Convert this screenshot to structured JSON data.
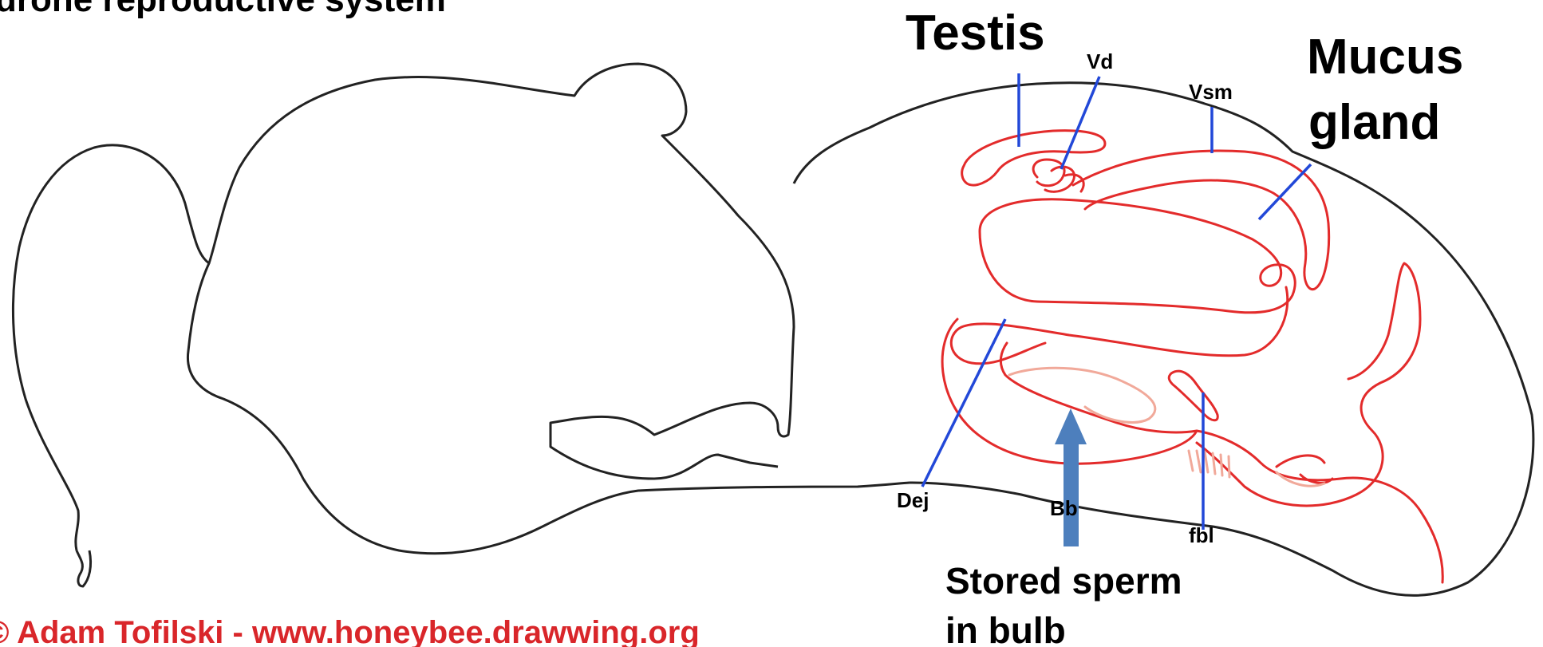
{
  "title_fragment": "drone reproductive system",
  "labels": {
    "testis": "Testis",
    "mucus_line1": "Mucus",
    "mucus_line2": "gland",
    "vd": "Vd",
    "vsm": "Vsm",
    "dej": "Dej",
    "bb": "Bb",
    "fbl": "fbl",
    "stored_line1": "Stored sperm",
    "stored_line2": "in bulb"
  },
  "credit": "© Adam Tofilski - www.honeybee.drawwing.org",
  "colors": {
    "organ": "#e32b2b",
    "organ_faint": "#f1a99a",
    "leader": "#2248d8",
    "arrow": "#4d7fbd",
    "credit": "#d9262a",
    "outline": "#222222"
  }
}
